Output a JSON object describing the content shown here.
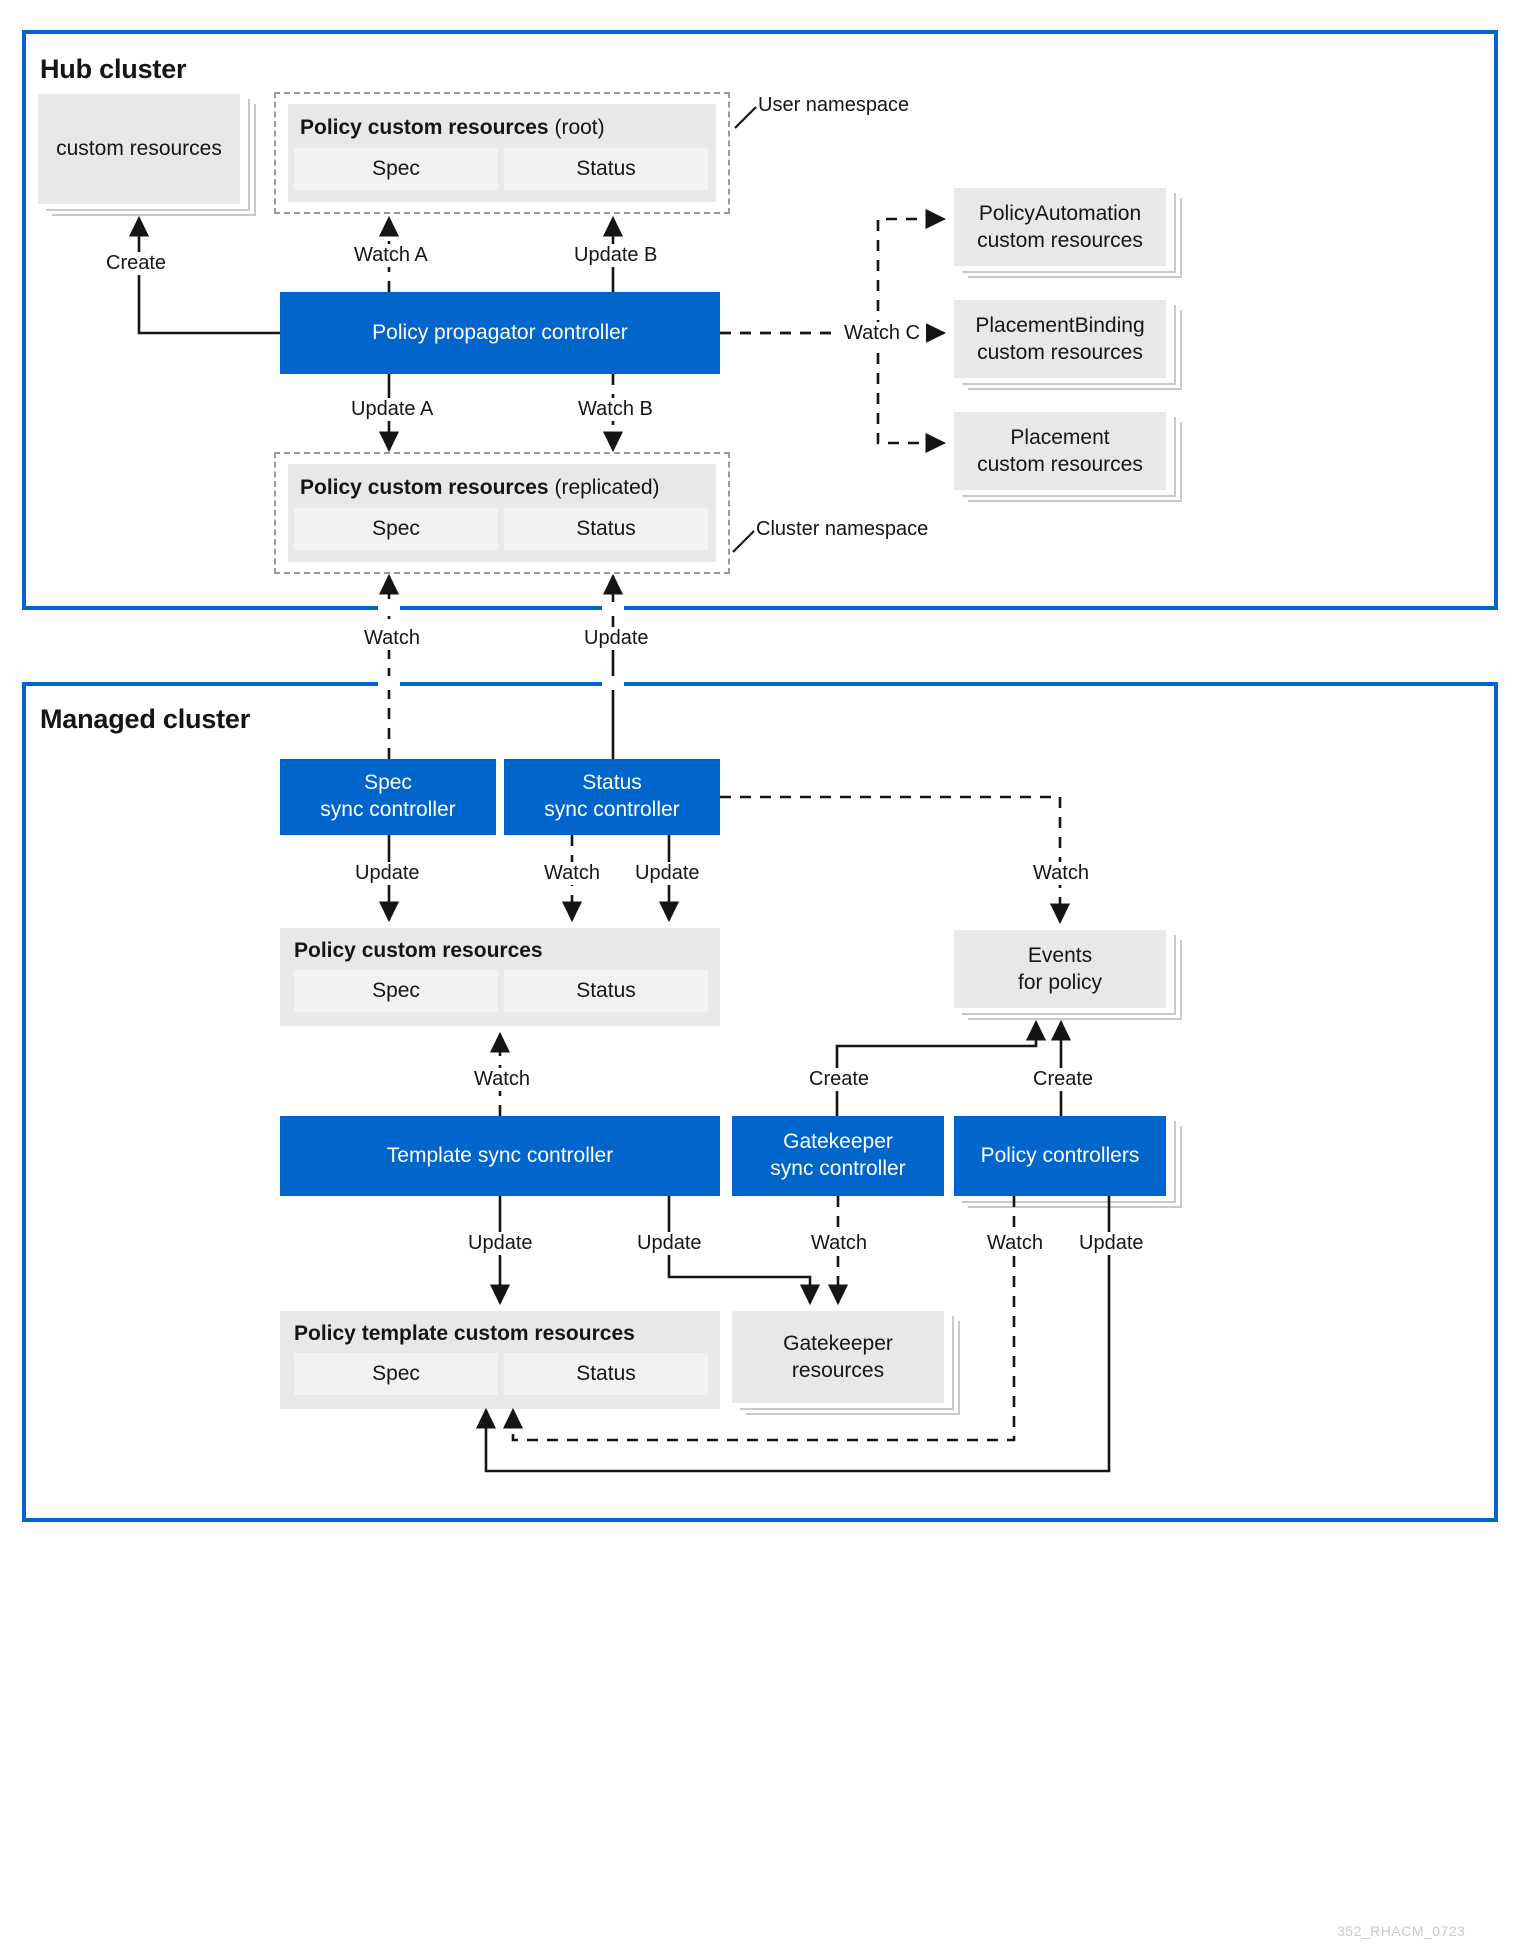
{
  "diagram": {
    "footer_id": "352_RHACM_0723",
    "accent_blue": "#0066cc",
    "box_grey": "#e8e8e8",
    "cell_grey": "#f2f2f2"
  },
  "hub": {
    "title": "Hub cluster",
    "custom_resources": {
      "label": "custom resources"
    },
    "root_policy": {
      "title_bold": "Policy custom resources",
      "title_light": "(root)",
      "spec": "Spec",
      "status": "Status"
    },
    "replicated_policy": {
      "title_bold": "Policy custom resources",
      "title_light": "(replicated)",
      "spec": "Spec",
      "status": "Status"
    },
    "namespace_labels": {
      "user": "User namespace",
      "cluster": "Cluster namespace"
    },
    "propagator": {
      "label": "Policy propagator controller"
    },
    "right_resources": [
      {
        "line1": "PolicyAutomation",
        "line2": "custom resources"
      },
      {
        "line1": "PlacementBinding",
        "line2": "custom resources"
      },
      {
        "line1": "Placement",
        "line2": "custom resources"
      }
    ],
    "edges": {
      "create": "Create",
      "watch_a": "Watch A",
      "update_b": "Update B",
      "update_a": "Update A",
      "watch_b": "Watch B",
      "watch_c": "Watch C"
    }
  },
  "managed": {
    "title": "Managed cluster",
    "spec_sync": {
      "line1": "Spec",
      "line2": "sync controller"
    },
    "status_sync": {
      "line1": "Status",
      "line2": "sync controller"
    },
    "policy_cr": {
      "title_bold": "Policy custom resources",
      "spec": "Spec",
      "status": "Status"
    },
    "events": {
      "line1": "Events",
      "line2": "for policy"
    },
    "template_sync": {
      "label": "Template sync controller"
    },
    "gatekeeper_sync": {
      "line1": "Gatekeeper",
      "line2": "sync controller"
    },
    "policy_controllers": {
      "label": "Policy controllers"
    },
    "policy_template_cr": {
      "title_bold": "Policy template custom resources",
      "spec": "Spec",
      "status": "Status"
    },
    "gatekeeper_resources": {
      "line1": "Gatekeeper",
      "line2": "resources"
    },
    "edges": {
      "cross_watch": "Watch",
      "cross_update": "Update",
      "spec_update": "Update",
      "status_watch": "Watch",
      "status_update": "Update",
      "events_watch": "Watch",
      "template_watch": "Watch",
      "gk_create": "Create",
      "pc_create": "Create",
      "template_update_left": "Update",
      "template_update_right": "Update",
      "gk_watch": "Watch",
      "pc_watch": "Watch",
      "pc_update": "Update"
    }
  }
}
